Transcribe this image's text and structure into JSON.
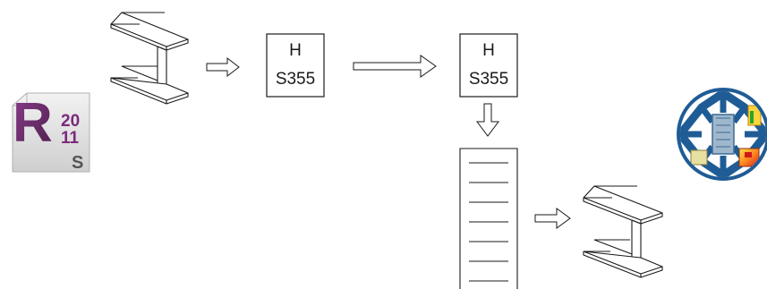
{
  "diagram": {
    "logo_left": {
      "icon": "revit-structure-2011-logo",
      "letter": "R",
      "year_top": "20",
      "year_bottom": "11",
      "suffix": "S",
      "colors": {
        "body": "#e4e4e4",
        "r": "#6b2d6b",
        "year": "#7b2a7b",
        "suffix": "#555555"
      }
    },
    "logo_right": {
      "icon": "analysis-software-globe-logo",
      "colors": {
        "frame": "#1f5c96",
        "fill": "#2e7ab8"
      }
    },
    "box1": {
      "line1": "H",
      "line2": "S355"
    },
    "box2": {
      "line1": "H",
      "line2": "S355"
    },
    "line_color": "#1a1a1a"
  }
}
